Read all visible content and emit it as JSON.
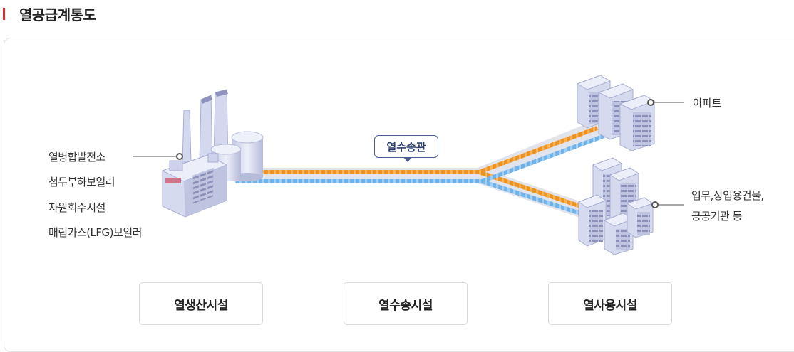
{
  "title": "열공급계통도",
  "pipe_label": "열수송관",
  "production": {
    "labels": [
      "열병합발전소",
      "첨두부하보일러",
      "자원회수시설",
      "매립가스(LFG)보일러"
    ]
  },
  "consumers": {
    "apartment": "아파트",
    "commercial_line1": "업무,상업용건물,",
    "commercial_line2": "공공기관 등"
  },
  "facilities": [
    "열생산시설",
    "열수송시설",
    "열사용시설"
  ],
  "colors": {
    "accent_bar": "#e02a2a",
    "pipe_hot": "#f0931e",
    "pipe_cold": "#6fb3ea",
    "building": "#c9cde6",
    "badge_border": "#4a5d8c"
  }
}
